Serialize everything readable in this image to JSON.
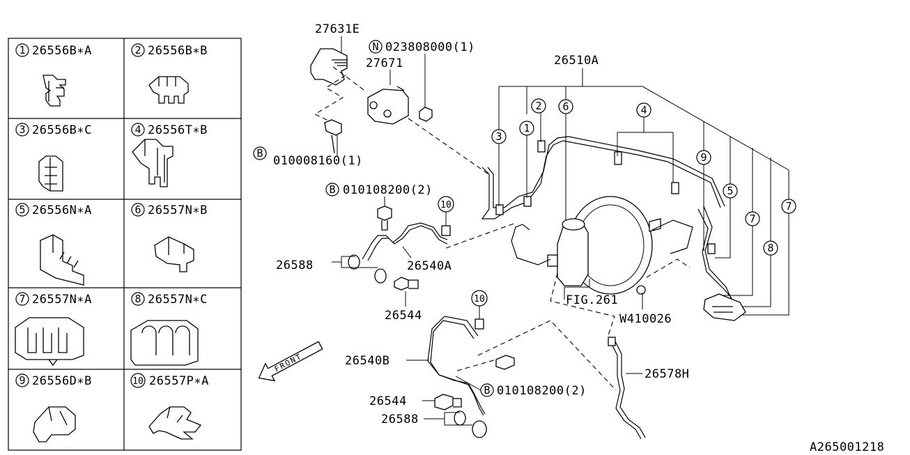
{
  "legend": {
    "cells": [
      {
        "num": "1",
        "code": "26556B∗A"
      },
      {
        "num": "2",
        "code": "26556B∗B"
      },
      {
        "num": "3",
        "code": "26556B∗C"
      },
      {
        "num": "4",
        "code": "26556T∗B"
      },
      {
        "num": "5",
        "code": "26556N∗A"
      },
      {
        "num": "6",
        "code": "26557N∗B"
      },
      {
        "num": "7",
        "code": "26557N∗A"
      },
      {
        "num": "8",
        "code": "26557N∗C"
      },
      {
        "num": "9",
        "code": "26556D∗B"
      },
      {
        "num": "10",
        "code": "26557P∗A"
      }
    ]
  },
  "labels": {
    "p27631E": "27631E",
    "nut_letter": "N",
    "nut_code": "023808000(1)",
    "p27671": "27671",
    "bolt_letter": "B",
    "bolt1_code": "010008160(1)",
    "bolt2_code": "010108200(2)",
    "bolt3_code": "010108200(2)",
    "p26510A": "26510A",
    "p26588_top": "26588",
    "p26540A": "26540A",
    "p26544_top": "26544",
    "fig261": "FIG.261",
    "w410026": "W410026",
    "p26540B": "26540B",
    "p26578H": "26578H",
    "p26544_bot": "26544",
    "p26588_bot": "26588",
    "front": "FRONT",
    "ref_code": "A265001218"
  },
  "callouts": {
    "c1": "1",
    "c2": "2",
    "c3": "3",
    "c4": "4",
    "c5": "5",
    "c6": "6",
    "c7a": "7",
    "c7b": "7",
    "c8": "8",
    "c9": "9",
    "c10a": "10",
    "c10b": "10"
  }
}
